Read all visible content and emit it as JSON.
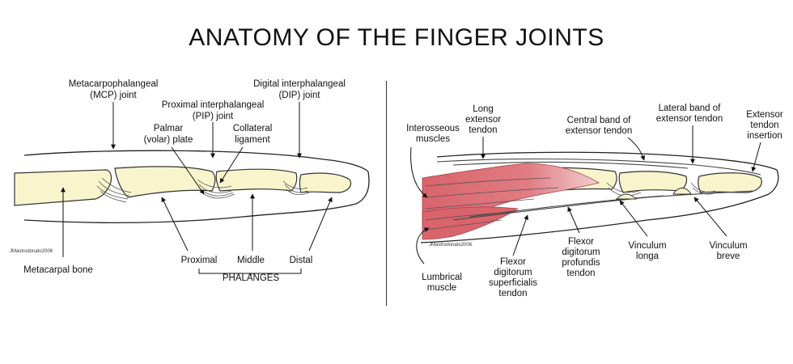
{
  "title": "ANATOMY OF THE FINGER JOINTS",
  "left": {
    "labels": {
      "mcp_line1": "Metacarpophalangeal",
      "mcp_line2": "(MCP) joint",
      "pip_line1": "Proximal interphalangeal",
      "pip_line2": "(PIP) joint",
      "dip_line1": "Digital interphalangeal",
      "dip_line2": "(DIP) joint",
      "palmar_line1": "Palmar",
      "palmar_line2": "(volar) plate",
      "collateral_line1": "Collateral",
      "collateral_line2": "ligament",
      "metacarpal": "Metacarpal bone",
      "proximal": "Proximal",
      "middle": "Middle",
      "distal": "Distal",
      "phalanges": "PHALANGES"
    },
    "signature": "JMastrodonato2006"
  },
  "right": {
    "labels": {
      "long_ext_line1": "Long",
      "long_ext_line2": "extensor",
      "long_ext_line3": "tendon",
      "interosseous_line1": "Interosseous",
      "interosseous_line2": "muscles",
      "central_line1": "Central band of",
      "central_line2": "extensor tendon",
      "lateral_line1": "Lateral band of",
      "lateral_line2": "extensor tendon",
      "ext_ins_line1": "Extensor",
      "ext_ins_line2": "tendon",
      "ext_ins_line3": "insertion",
      "lumbrical_line1": "Lumbrical",
      "lumbrical_line2": "muscle",
      "fds_line1": "Flexor",
      "fds_line2": "digitorum",
      "fds_line3": "superficialis",
      "fds_line4": "tendon",
      "fdp_line1": "Flexor",
      "fdp_line2": "digitorum",
      "fdp_line3": "profundis",
      "fdp_line4": "tendon",
      "vlonga_line1": "Vinculum",
      "vlonga_line2": "longa",
      "vbreve_line1": "Vinculum",
      "vbreve_line2": "breve"
    },
    "signature": "JMastrodonato2006"
  },
  "colors": {
    "bone": "#f8f4cc",
    "muscle": "#d9646c",
    "muscle_light": "#eab0b3",
    "outline": "#222222"
  }
}
